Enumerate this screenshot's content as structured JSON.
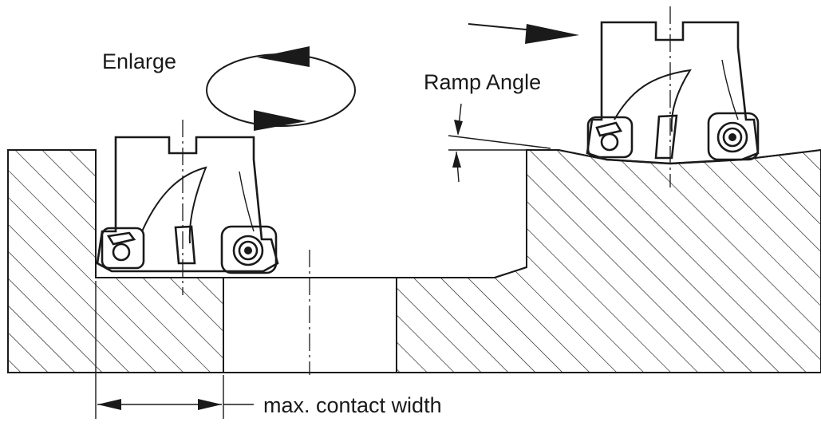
{
  "labels": {
    "enlarge": "Enlarge",
    "ramp_angle": "Ramp Angle",
    "contact_width": "max. contact width"
  },
  "colors": {
    "line": "#1a1a1a",
    "background": "#ffffff"
  }
}
